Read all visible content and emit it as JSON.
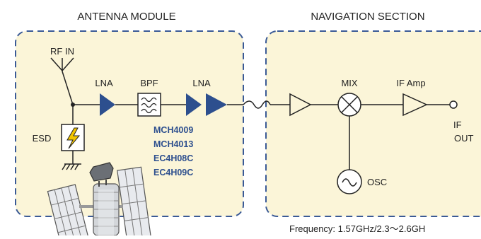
{
  "sections": {
    "antenna_title": "ANTENNA MODULE",
    "navigation_title": "NAVIGATION SECTION"
  },
  "antenna": {
    "rf_in": "RF IN",
    "lna1": "LNA",
    "bpf": "BPF",
    "lna2": "LNA",
    "esd": "ESD",
    "parts": [
      "MCH4009",
      "MCH4013",
      "EC4H08C",
      "EC4H09C"
    ]
  },
  "navigation": {
    "mix": "MIX",
    "if_amp": "IF Amp",
    "if_out_line1": "IF",
    "if_out_line2": "OUT",
    "osc": "OSC"
  },
  "frequency_note": "Frequency: 1.57GHz/2.3～2.6GH",
  "colors": {
    "panel_fill": "#fbf5d8",
    "panel_border": "#3a5a96",
    "accent_blue": "#2d4f8e",
    "esd_bolt": "#f2c500",
    "wire": "#222222"
  },
  "icons": [
    "antenna-icon",
    "lna-triangle-icon",
    "bpf-filter-icon",
    "esd-bolt-icon",
    "ground-icon",
    "mixer-icon",
    "oscillator-icon",
    "output-port-icon",
    "satellite-illustration"
  ]
}
